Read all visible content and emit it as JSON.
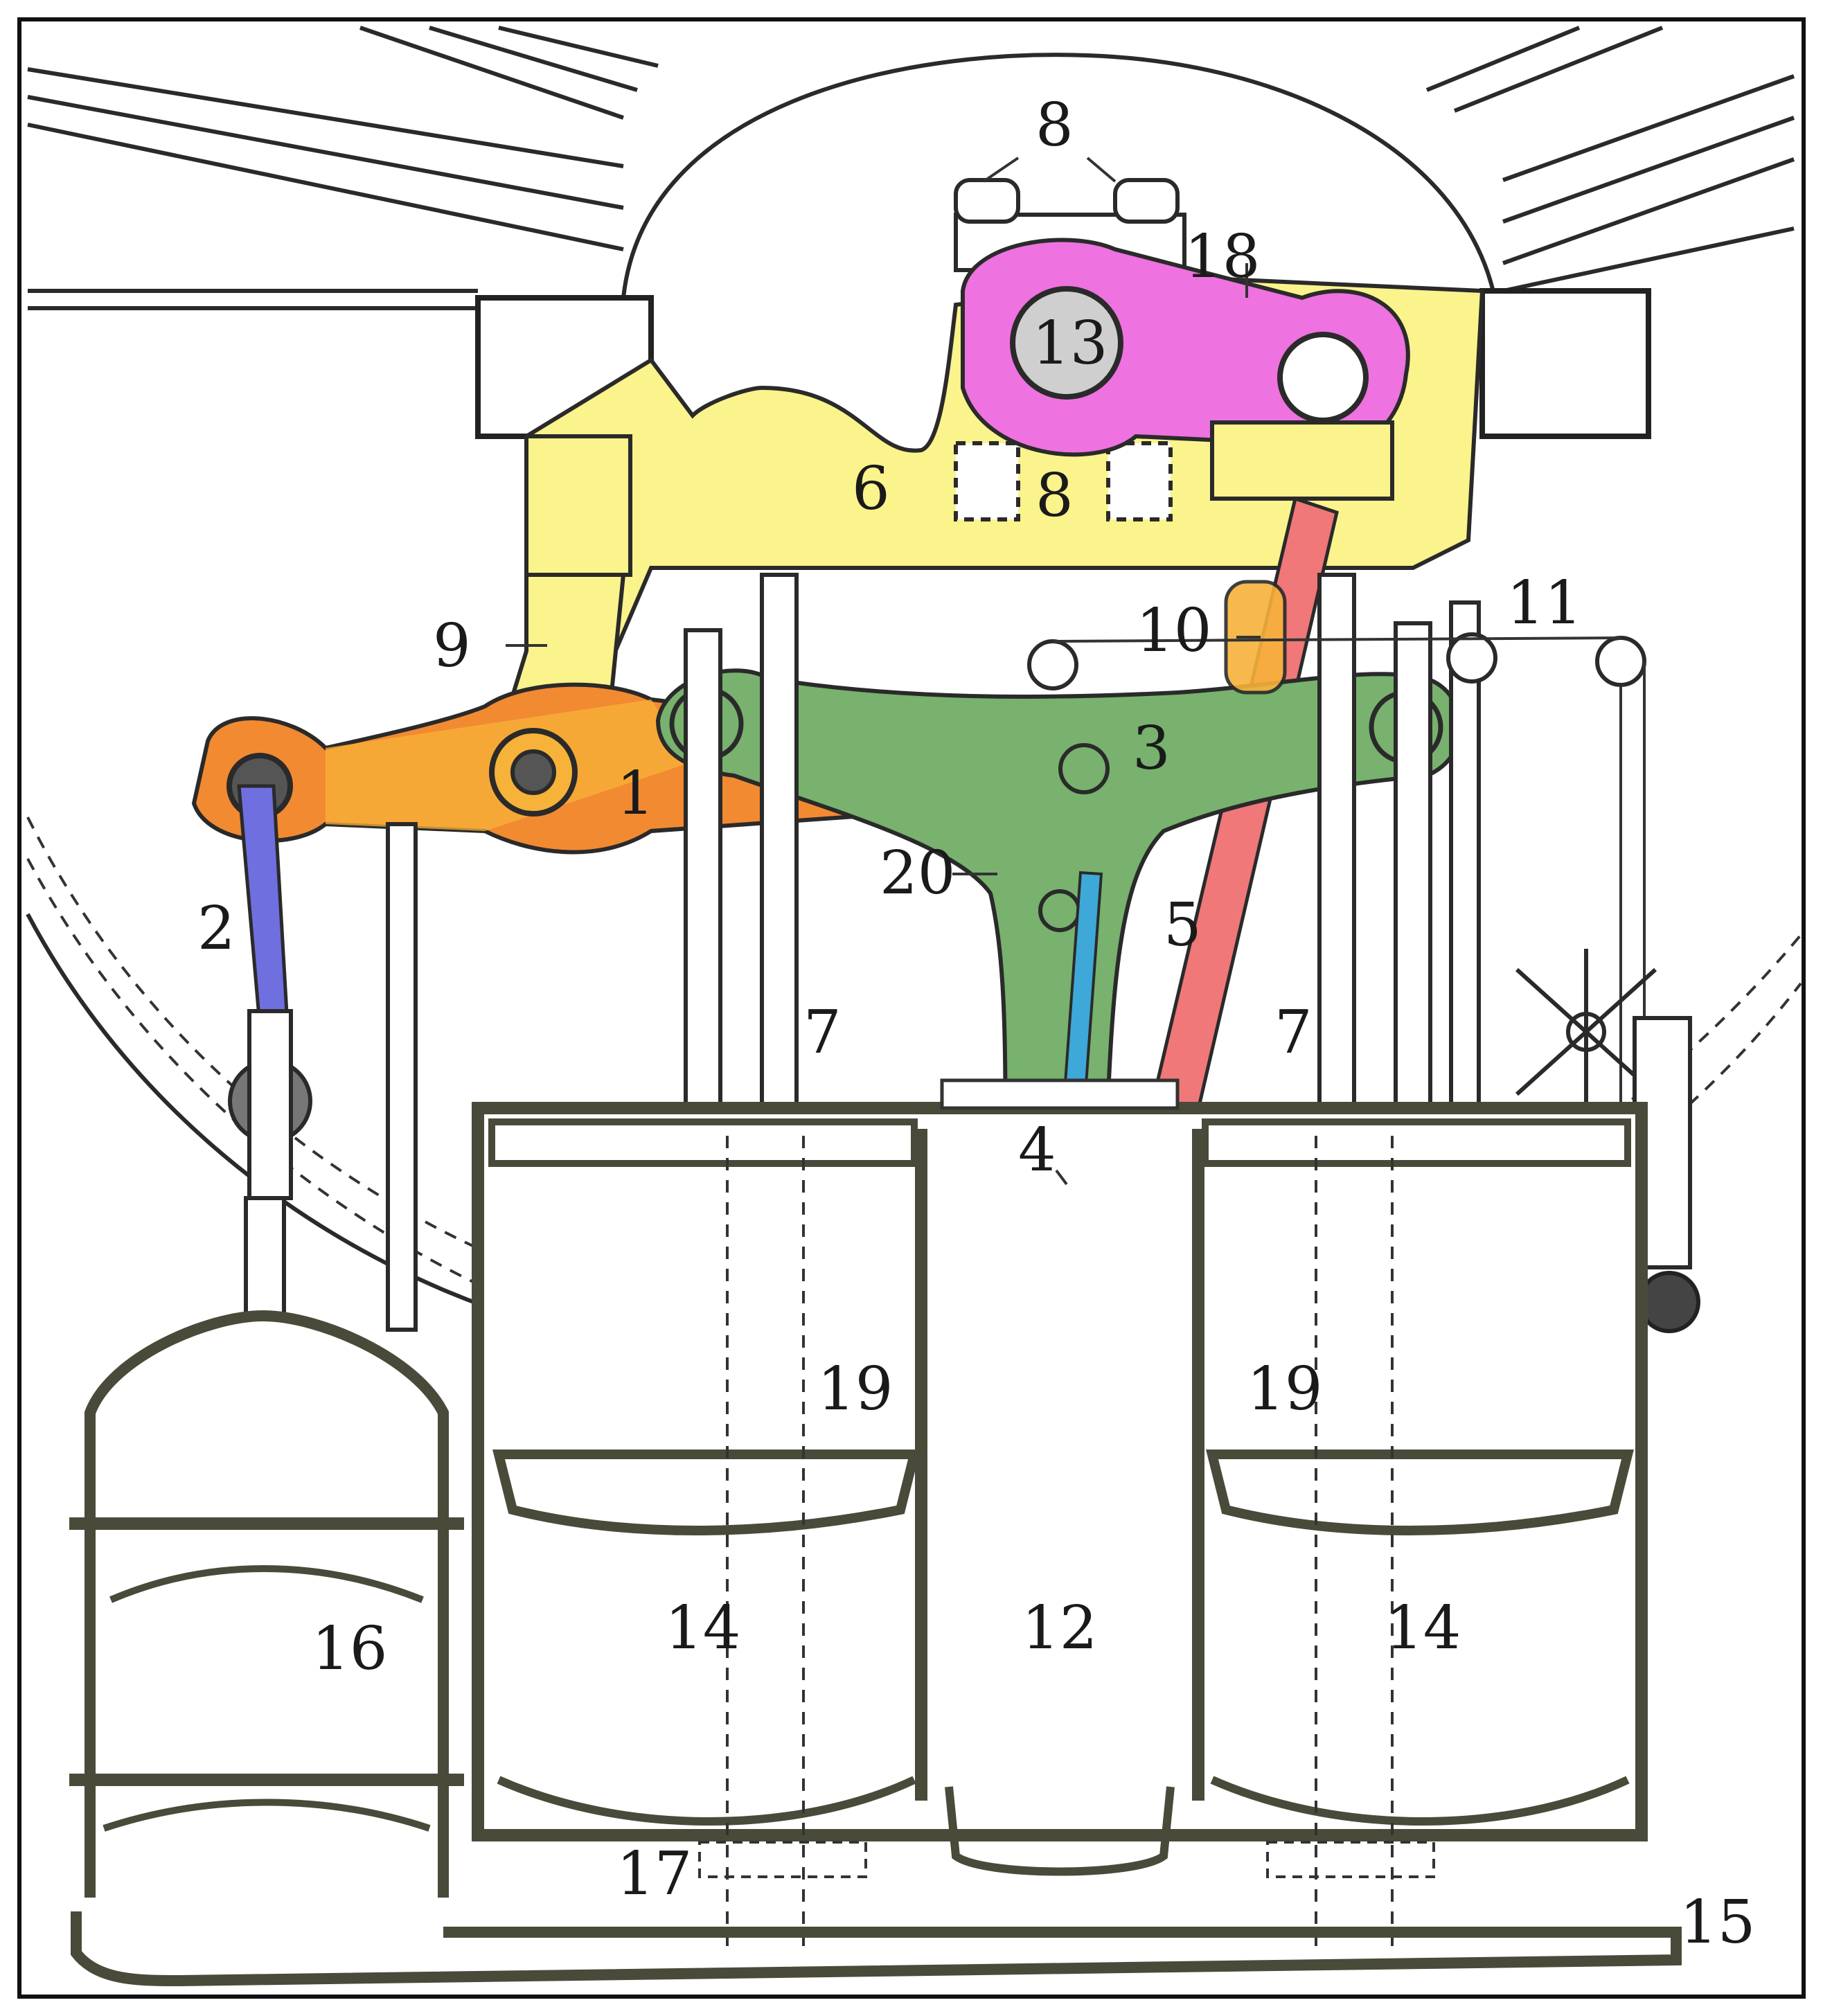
{
  "diagram": {
    "labels": [
      {
        "id": "1",
        "text": "1"
      },
      {
        "id": "2",
        "text": "2"
      },
      {
        "id": "3",
        "text": "3"
      },
      {
        "id": "4",
        "text": "4"
      },
      {
        "id": "5",
        "text": "5"
      },
      {
        "id": "6",
        "text": "6"
      },
      {
        "id": "7a",
        "text": "7"
      },
      {
        "id": "7b",
        "text": "7"
      },
      {
        "id": "8a",
        "text": "8"
      },
      {
        "id": "8b",
        "text": "8"
      },
      {
        "id": "9",
        "text": "9"
      },
      {
        "id": "10",
        "text": "10"
      },
      {
        "id": "11",
        "text": "11"
      },
      {
        "id": "12",
        "text": "12"
      },
      {
        "id": "13",
        "text": "13"
      },
      {
        "id": "14a",
        "text": "14"
      },
      {
        "id": "14b",
        "text": "14"
      },
      {
        "id": "15",
        "text": "15"
      },
      {
        "id": "16",
        "text": "16"
      },
      {
        "id": "17",
        "text": "17"
      },
      {
        "id": "18",
        "text": "18"
      },
      {
        "id": "19a",
        "text": "19"
      },
      {
        "id": "19b",
        "text": "19"
      },
      {
        "id": "20",
        "text": "20"
      }
    ],
    "colors": {
      "frame_yellow": "#fbf38c",
      "beam_orange": "#f28a32",
      "beam_orange_light": "#f7b23a",
      "bellcrank_green": "#78b26e",
      "crank_pink": "#ee72e0",
      "rod_red": "#f07878",
      "rod_blue": "#3ea8d8",
      "rod_violet": "#6f6fe0",
      "shaft_grey": "#cfcfcf",
      "outline": "#2a2a2a",
      "cylinder_shell": "#4a4a3a"
    }
  }
}
